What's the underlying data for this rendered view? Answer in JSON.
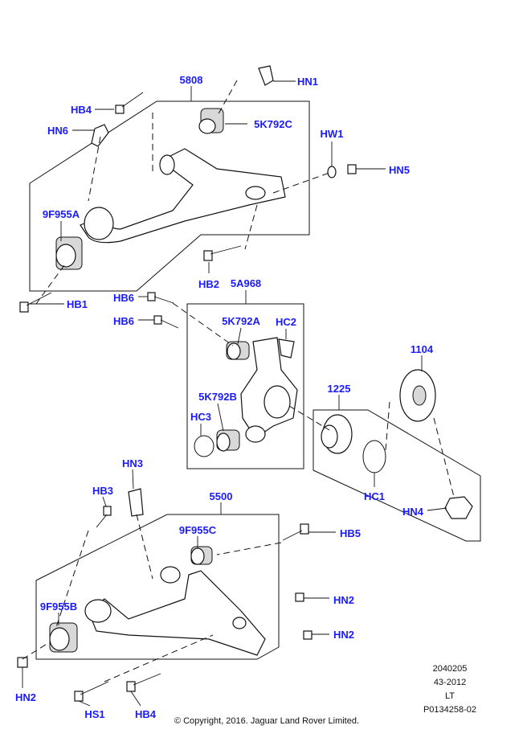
{
  "callouts": {
    "upper_arm": "5808",
    "hn1": "HN1",
    "hb4_top": "HB4",
    "bush_5k792c": "5K792C",
    "hn6": "HN6",
    "hw1": "HW1",
    "hn5": "HN5",
    "bush_9f955a": "9F955A",
    "hb2": "HB2",
    "hb1": "HB1",
    "knuckle": "5A968",
    "hb6_a": "HB6",
    "hb6_b": "HB6",
    "bush_5k792a": "5K792A",
    "hc2": "HC2",
    "hub": "1104",
    "bearing": "1225",
    "bush_5k792b": "5K792B",
    "hc3": "HC3",
    "hn3": "HN3",
    "hb3": "HB3",
    "hc1": "HC1",
    "lower_arm": "5500",
    "hn4": "HN4",
    "bush_9f955c": "9F955C",
    "hb5": "HB5",
    "hn2_a": "HN2",
    "bush_9f955b": "9F955B",
    "hn2_b": "HN2",
    "hn2_c": "HN2",
    "hs1": "HS1",
    "hb4_bottom": "HB4"
  },
  "info": {
    "line1": "2040205",
    "line2": "43-2012",
    "line3": "LT",
    "line4": "P0134258-02"
  },
  "copyright": "© Copyright, 2016. Jaguar Land Rover Limited.",
  "colors": {
    "callout": "#1a1aff"
  }
}
